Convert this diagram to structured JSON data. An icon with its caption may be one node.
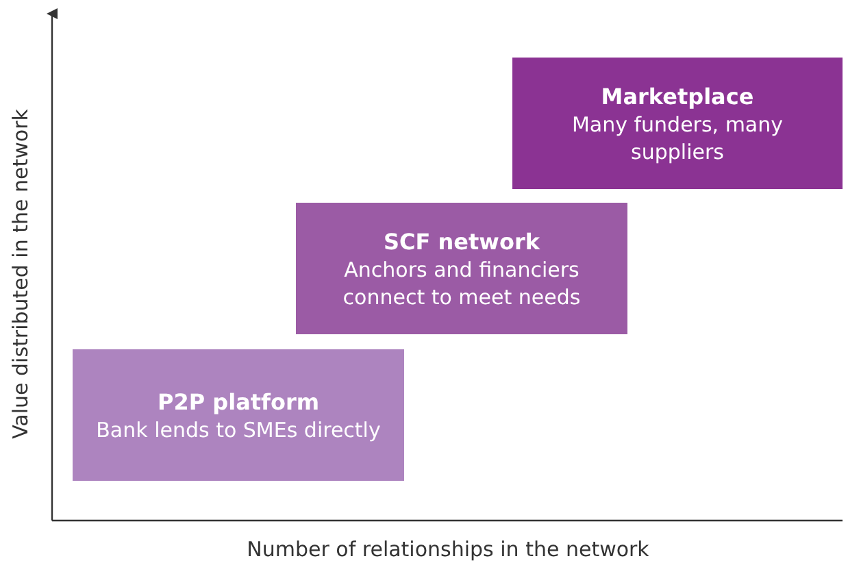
{
  "diagram": {
    "nodes": [
      {
        "text": [
          "Marketplace",
          "Many funders, many suppliers"
        ]
      },
      {
        "text": [
          "SCF network",
          "Anchors and financiers connect to meet needs"
        ]
      },
      {
        "text": [
          "P2P platform",
          "Bank lends to SMEs directly"
        ]
      }
    ],
    "edges": [],
    "labels": [
      "Value distributed in the network",
      "Number of relationships in the network"
    ]
  }
}
